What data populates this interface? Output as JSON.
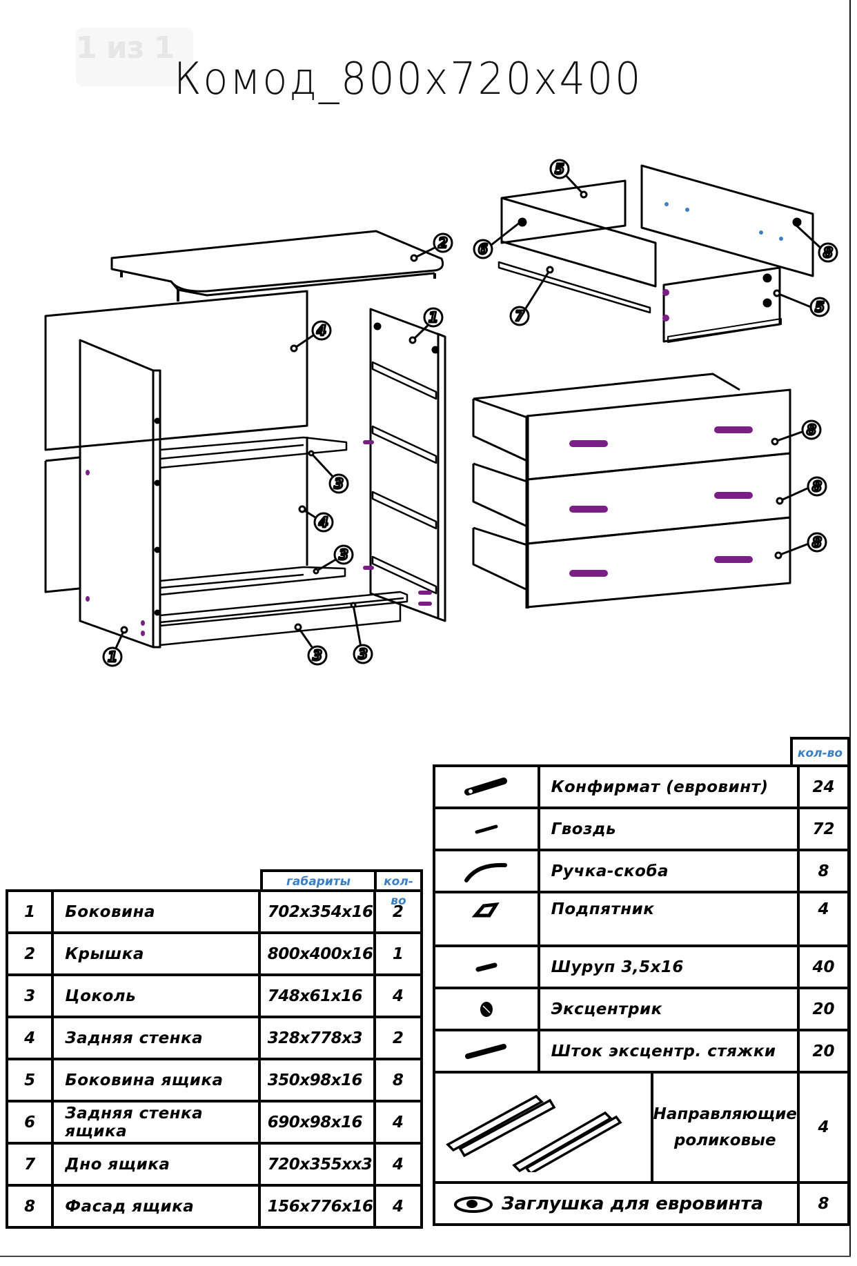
{
  "viewer": {
    "page_indicator": "1 из 1"
  },
  "document": {
    "title": "Комод_800х720х400",
    "diagram": {
      "callouts": [
        "1",
        "2",
        "3",
        "4",
        "5",
        "6",
        "7",
        "8"
      ],
      "description": "Exploded assembly view: carcass (side panels 1, top 2, plinths 3, back panels 4) and drawer (sides 5, back 6, bottom 7, facade 8)",
      "colors": {
        "handles": "#7a1f85",
        "markers_blue": "#3a7fc4",
        "lines": "#000000"
      }
    },
    "parts_table": {
      "headers": {
        "dimensions": "габариты",
        "qty": "кол-во"
      },
      "rows": [
        {
          "num": "1",
          "name": "Боковина",
          "dims": "702х354х16",
          "qty": "2"
        },
        {
          "num": "2",
          "name": "Крышка",
          "dims": "800х400х16",
          "qty": "1"
        },
        {
          "num": "3",
          "name": "Цоколь",
          "dims": "748х61х16",
          "qty": "4"
        },
        {
          "num": "4",
          "name": "Задняя  стенка",
          "dims": "328х778х3",
          "qty": "2"
        },
        {
          "num": "5",
          "name": "Боковина  ящика",
          "dims": "350х98х16",
          "qty": "8"
        },
        {
          "num": "6",
          "name": "Задняя  стенка  ящика",
          "dims": "690х98х16",
          "qty": "4"
        },
        {
          "num": "7",
          "name": "Дно  ящика",
          "dims": "720х355хх3",
          "qty": "4"
        },
        {
          "num": "8",
          "name": "Фасад  ящика",
          "dims": "156х776х16",
          "qty": "4"
        }
      ]
    },
    "hardware_table": {
      "headers": {
        "qty": "кол-во"
      },
      "rows": [
        {
          "icon": "confirmat-screw-icon",
          "name": "Конфирмат  (евровинт)",
          "qty": "24"
        },
        {
          "icon": "nail-icon",
          "name": "Гвоздь",
          "qty": "72"
        },
        {
          "icon": "bracket-handle-icon",
          "name": "Ручка-скоба",
          "qty": "8"
        },
        {
          "icon": "furniture-glide-icon",
          "name": "Подпятник",
          "qty": "4"
        },
        {
          "icon": "wood-screw-icon",
          "name": "Шуруп  3,5х16",
          "qty": "40"
        },
        {
          "icon": "cam-lock-icon",
          "name": "Эксцентрик",
          "qty": "20"
        },
        {
          "icon": "cam-bolt-icon",
          "name": "Шток  эксцентр.  стяжки",
          "qty": "20"
        }
      ],
      "rails": {
        "icon": "drawer-rails-icon",
        "name_line1": "Направляющие",
        "name_line2": "роликовые",
        "qty": "4"
      },
      "cap": {
        "icon": "screw-cap-icon",
        "name": "Заглушка  для  евровинта",
        "qty": "8"
      }
    }
  }
}
